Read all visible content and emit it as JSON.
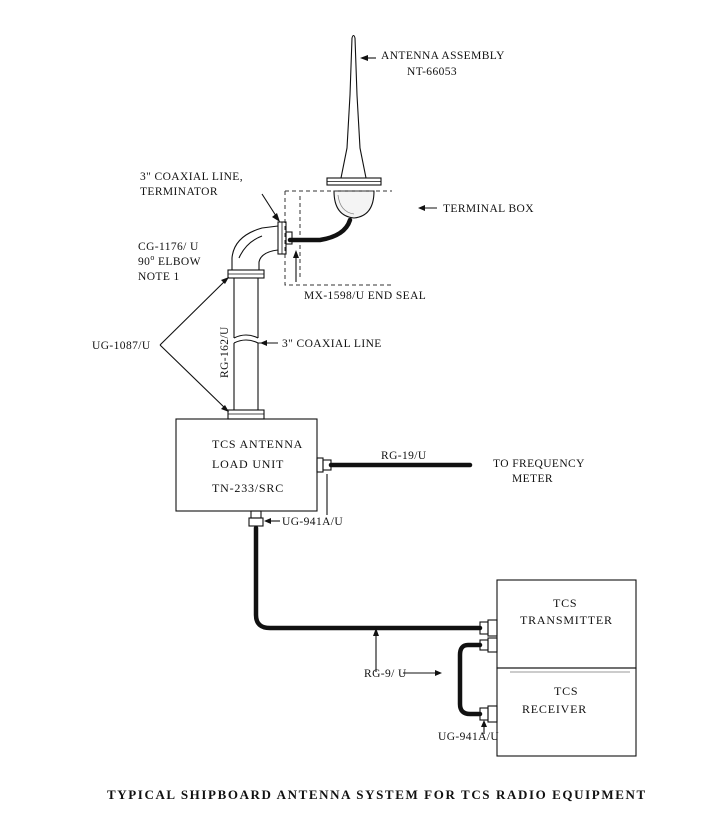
{
  "labels": {
    "antenna_assembly": "ANTENNA ASSEMBLY",
    "antenna_model": "NT-66053",
    "coax_terminator_l1": "3\" COAXIAL LINE,",
    "coax_terminator_l2": "TERMINATOR",
    "terminal_box": "TERMINAL BOX",
    "elbow_l1": "CG-1176/ U",
    "elbow_l2": "90",
    "elbow_l2_deg": "o",
    "elbow_l2b": " ELBOW",
    "elbow_l3": "NOTE 1",
    "end_seal": "MX-1598/U END SEAL",
    "ug1087": "UG-1087/U",
    "rg162": "RG-162/U",
    "coax_line": "3\" COAXIAL LINE",
    "load_unit_l1": "TCS ANTENNA",
    "load_unit_l2": "LOAD UNIT",
    "load_unit_l3": "TN-233/SRC",
    "rg19": "RG-19/U",
    "freq_meter_l1": "TO FREQUENCY",
    "freq_meter_l2": "METER",
    "ug941_top": "UG-941A/U",
    "transmitter_l1": "TCS",
    "transmitter_l2": "TRANSMITTER",
    "rg9": "RG-9/ U",
    "receiver_l1": "TCS",
    "receiver_l2": "RECEIVER",
    "ug941_bottom": "UG-941A/U"
  },
  "caption": "TYPICAL SHIPBOARD ANTENNA SYSTEM FOR TCS RADIO EQUIPMENT"
}
